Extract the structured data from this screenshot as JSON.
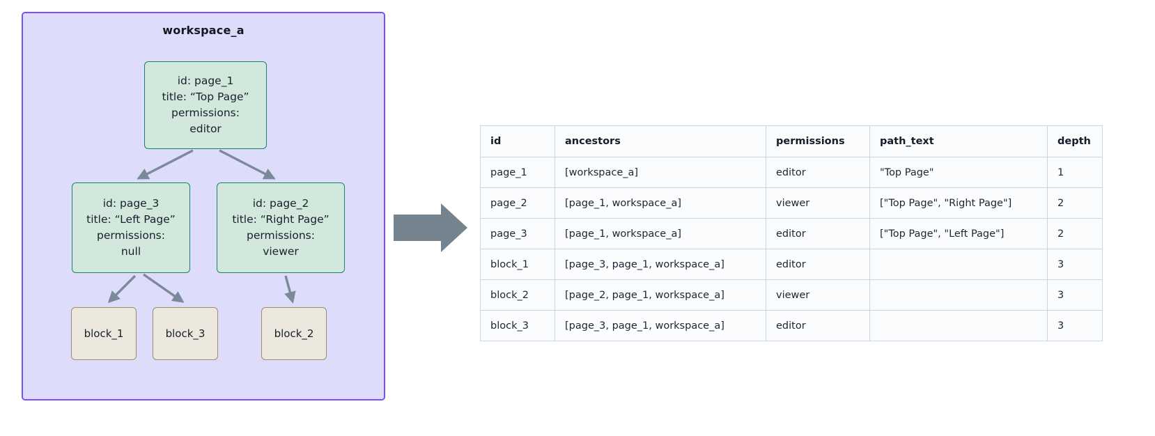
{
  "workspace": {
    "title": "workspace_a",
    "border_color": "#7c4dff",
    "fill_color": "#dedcfb"
  },
  "graph": {
    "page_node_fill": "#d3e8dd",
    "page_node_border": "#17806a",
    "block_node_fill": "#ece8de",
    "block_node_border": "#9d8c6d",
    "edge_color": "#7b8a99",
    "nodes": [
      {
        "key": "page_1",
        "lines": [
          "id: page_1",
          "title: “Top Page”",
          "permissions:",
          "editor"
        ]
      },
      {
        "key": "page_3",
        "lines": [
          "id: page_3",
          "title: “Left Page”",
          "permissions:",
          "null"
        ]
      },
      {
        "key": "page_2",
        "lines": [
          "id: page_2",
          "title: “Right Page”",
          "permissions:",
          "viewer"
        ]
      },
      {
        "key": "block_1",
        "label": "block_1"
      },
      {
        "key": "block_3",
        "label": "block_3"
      },
      {
        "key": "block_2",
        "label": "block_2"
      }
    ]
  },
  "transition": {
    "icon": "right-block-arrow-icon",
    "color": "#74838e"
  },
  "table": {
    "columns": [
      "id",
      "ancestors",
      "permissions",
      "path_text",
      "depth"
    ],
    "rows": [
      {
        "id": "page_1",
        "ancestors": "[workspace_a]",
        "permissions": "editor",
        "path_text": "\"Top Page\"",
        "depth": "1"
      },
      {
        "id": "page_2",
        "ancestors": "[page_1, workspace_a]",
        "permissions": "viewer",
        "path_text": "[\"Top Page\", \"Right Page\"]",
        "depth": "2"
      },
      {
        "id": "page_3",
        "ancestors": "[page_1, workspace_a]",
        "permissions": "editor",
        "path_text": "[\"Top Page\", \"Left Page\"]",
        "depth": "2"
      },
      {
        "id": "block_1",
        "ancestors": "[page_3, page_1, workspace_a]",
        "permissions": "editor",
        "path_text": "",
        "depth": "3"
      },
      {
        "id": "block_2",
        "ancestors": "[page_2, page_1, workspace_a]",
        "permissions": "viewer",
        "path_text": "",
        "depth": "3"
      },
      {
        "id": "block_3",
        "ancestors": "[page_3, page_1, workspace_a]",
        "permissions": "editor",
        "path_text": "",
        "depth": "3"
      }
    ]
  }
}
